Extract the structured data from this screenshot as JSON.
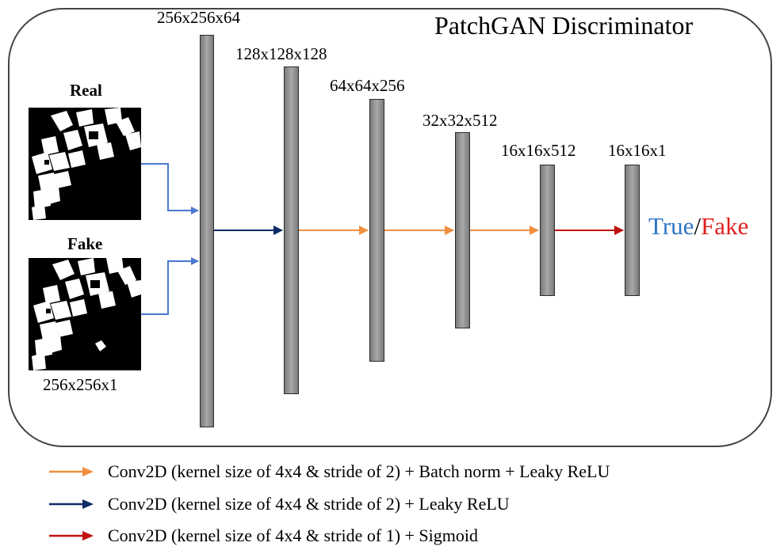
{
  "title": "PatchGAN Discriminator",
  "layers": [
    {
      "dims": "256x256x64"
    },
    {
      "dims": "128x128x128"
    },
    {
      "dims": "64x64x256"
    },
    {
      "dims": "32x32x512"
    },
    {
      "dims": "16x16x512"
    },
    {
      "dims": "16x16x1"
    }
  ],
  "inputs": {
    "real_label": "Real",
    "fake_label": "Fake",
    "input_dims": "256x256x1"
  },
  "output": {
    "true_label": "True",
    "separator": "/",
    "fake_label": "Fake"
  },
  "legend": [
    {
      "color": "#f0903f",
      "text": "Conv2D (kernel size of 4x4 & stride of 2) + Batch norm + Leaky ReLU"
    },
    {
      "color": "#0f2a66",
      "text": "Conv2D (kernel size of 4x4 & stride of 2) + Leaky ReLU"
    },
    {
      "color": "#c01010",
      "text": "Conv2D (kernel size of 4x4 & stride of 1) + Sigmoid"
    }
  ],
  "colors": {
    "input_arrow": "#4a78d0",
    "true_text": "#2e75c8",
    "fake_text": "#e02020"
  }
}
